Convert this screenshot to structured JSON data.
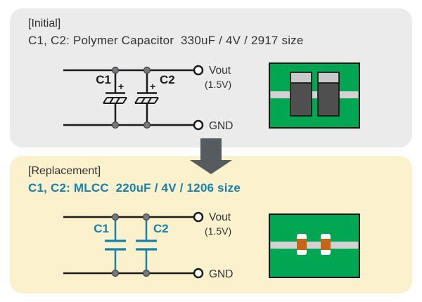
{
  "initial": {
    "tag": "[Initial]",
    "subtitle": "C1, C2: Polymer Capacitor  330uF / 4V / 2917 size",
    "c1": "C1",
    "c2": "C2",
    "plus": "+",
    "vout": "Vout",
    "vout_value": "(1.5V)",
    "gnd": "GND"
  },
  "replacement": {
    "tag": "[Replacement]",
    "subtitle": "C1, C2: MLCC  220uF / 4V / 1206 size",
    "c1": "C1",
    "c2": "C2",
    "vout": "Vout",
    "vout_value": "(1.5V)",
    "gnd": "GND"
  },
  "colors": {
    "initial_bg": "#ebebeb",
    "replacement_bg": "#fbf1cc",
    "accent_teal": "#1581ad",
    "arrow": "#565b60",
    "pcb_green": "#00a651",
    "trace_gray": "#d2d2d2",
    "polymer_body": "#4f4f4f",
    "polymer_terminal": "#c9c9c9",
    "mlcc_body": "#c2661a",
    "mlcc_terminal": "#ffffff",
    "wire": "#1a1a1a",
    "text": "#333333"
  }
}
